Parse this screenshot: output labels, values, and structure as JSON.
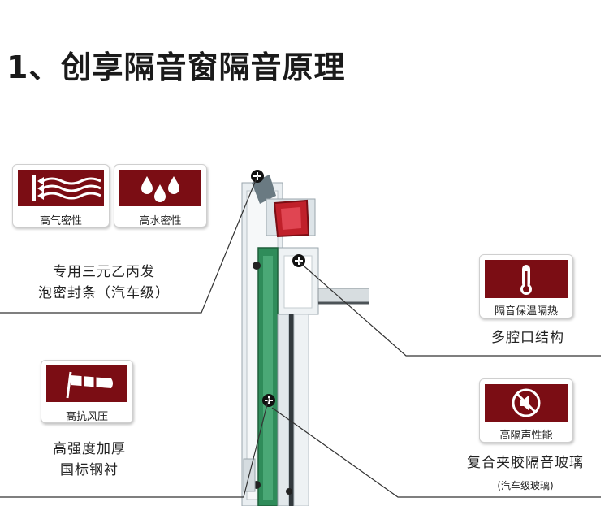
{
  "page": {
    "title": "1、创享隔音窗隔音原理"
  },
  "cards": [
    {
      "id": "airtight",
      "label": "高气密性",
      "icon": "airflow-arrows-icon"
    },
    {
      "id": "watertight",
      "label": "高水密性",
      "icon": "water-drops-icon"
    },
    {
      "id": "wind",
      "label": "高抗风压",
      "icon": "windsock-icon"
    },
    {
      "id": "thermal",
      "label": "隔音保温隔热",
      "icon": "thermometer-icon"
    },
    {
      "id": "acoustic",
      "label": "高隔声性能",
      "icon": "mute-speaker-icon"
    }
  ],
  "descriptions": {
    "seal_line1": "专用三元乙丙发",
    "seal_line2": "泡密封条（汽车级）",
    "steel_line1": "高强度加厚",
    "steel_line2": "国标钢衬",
    "cavity": "多腔口结构",
    "glass": "复合夹胶隔音玻璃",
    "glass_note": "(汽车级玻璃)"
  },
  "colors": {
    "banner": "#7b0d14",
    "steel": "#2f8c5a",
    "seal": "#c0202a",
    "frame": "#e6ecef"
  }
}
